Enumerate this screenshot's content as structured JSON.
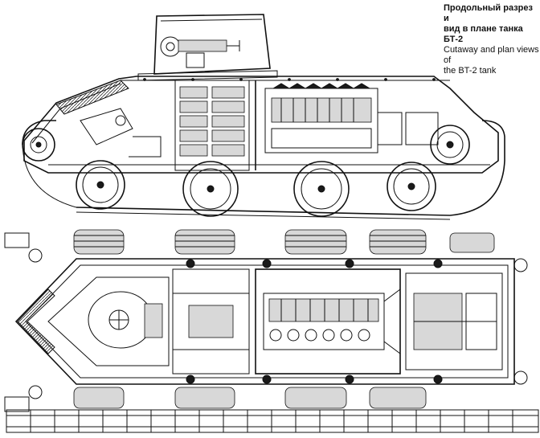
{
  "caption": {
    "title_ru_line1": "Продольный разрез и",
    "title_ru_line2": "вид в плане танка БТ-2",
    "title_en_line1": "Cutaway and plan views of",
    "title_en_line2": "the BT-2 tank"
  },
  "colors": {
    "ink": "#111111",
    "paper": "#ffffff",
    "shade": "#d8d8d8"
  }
}
